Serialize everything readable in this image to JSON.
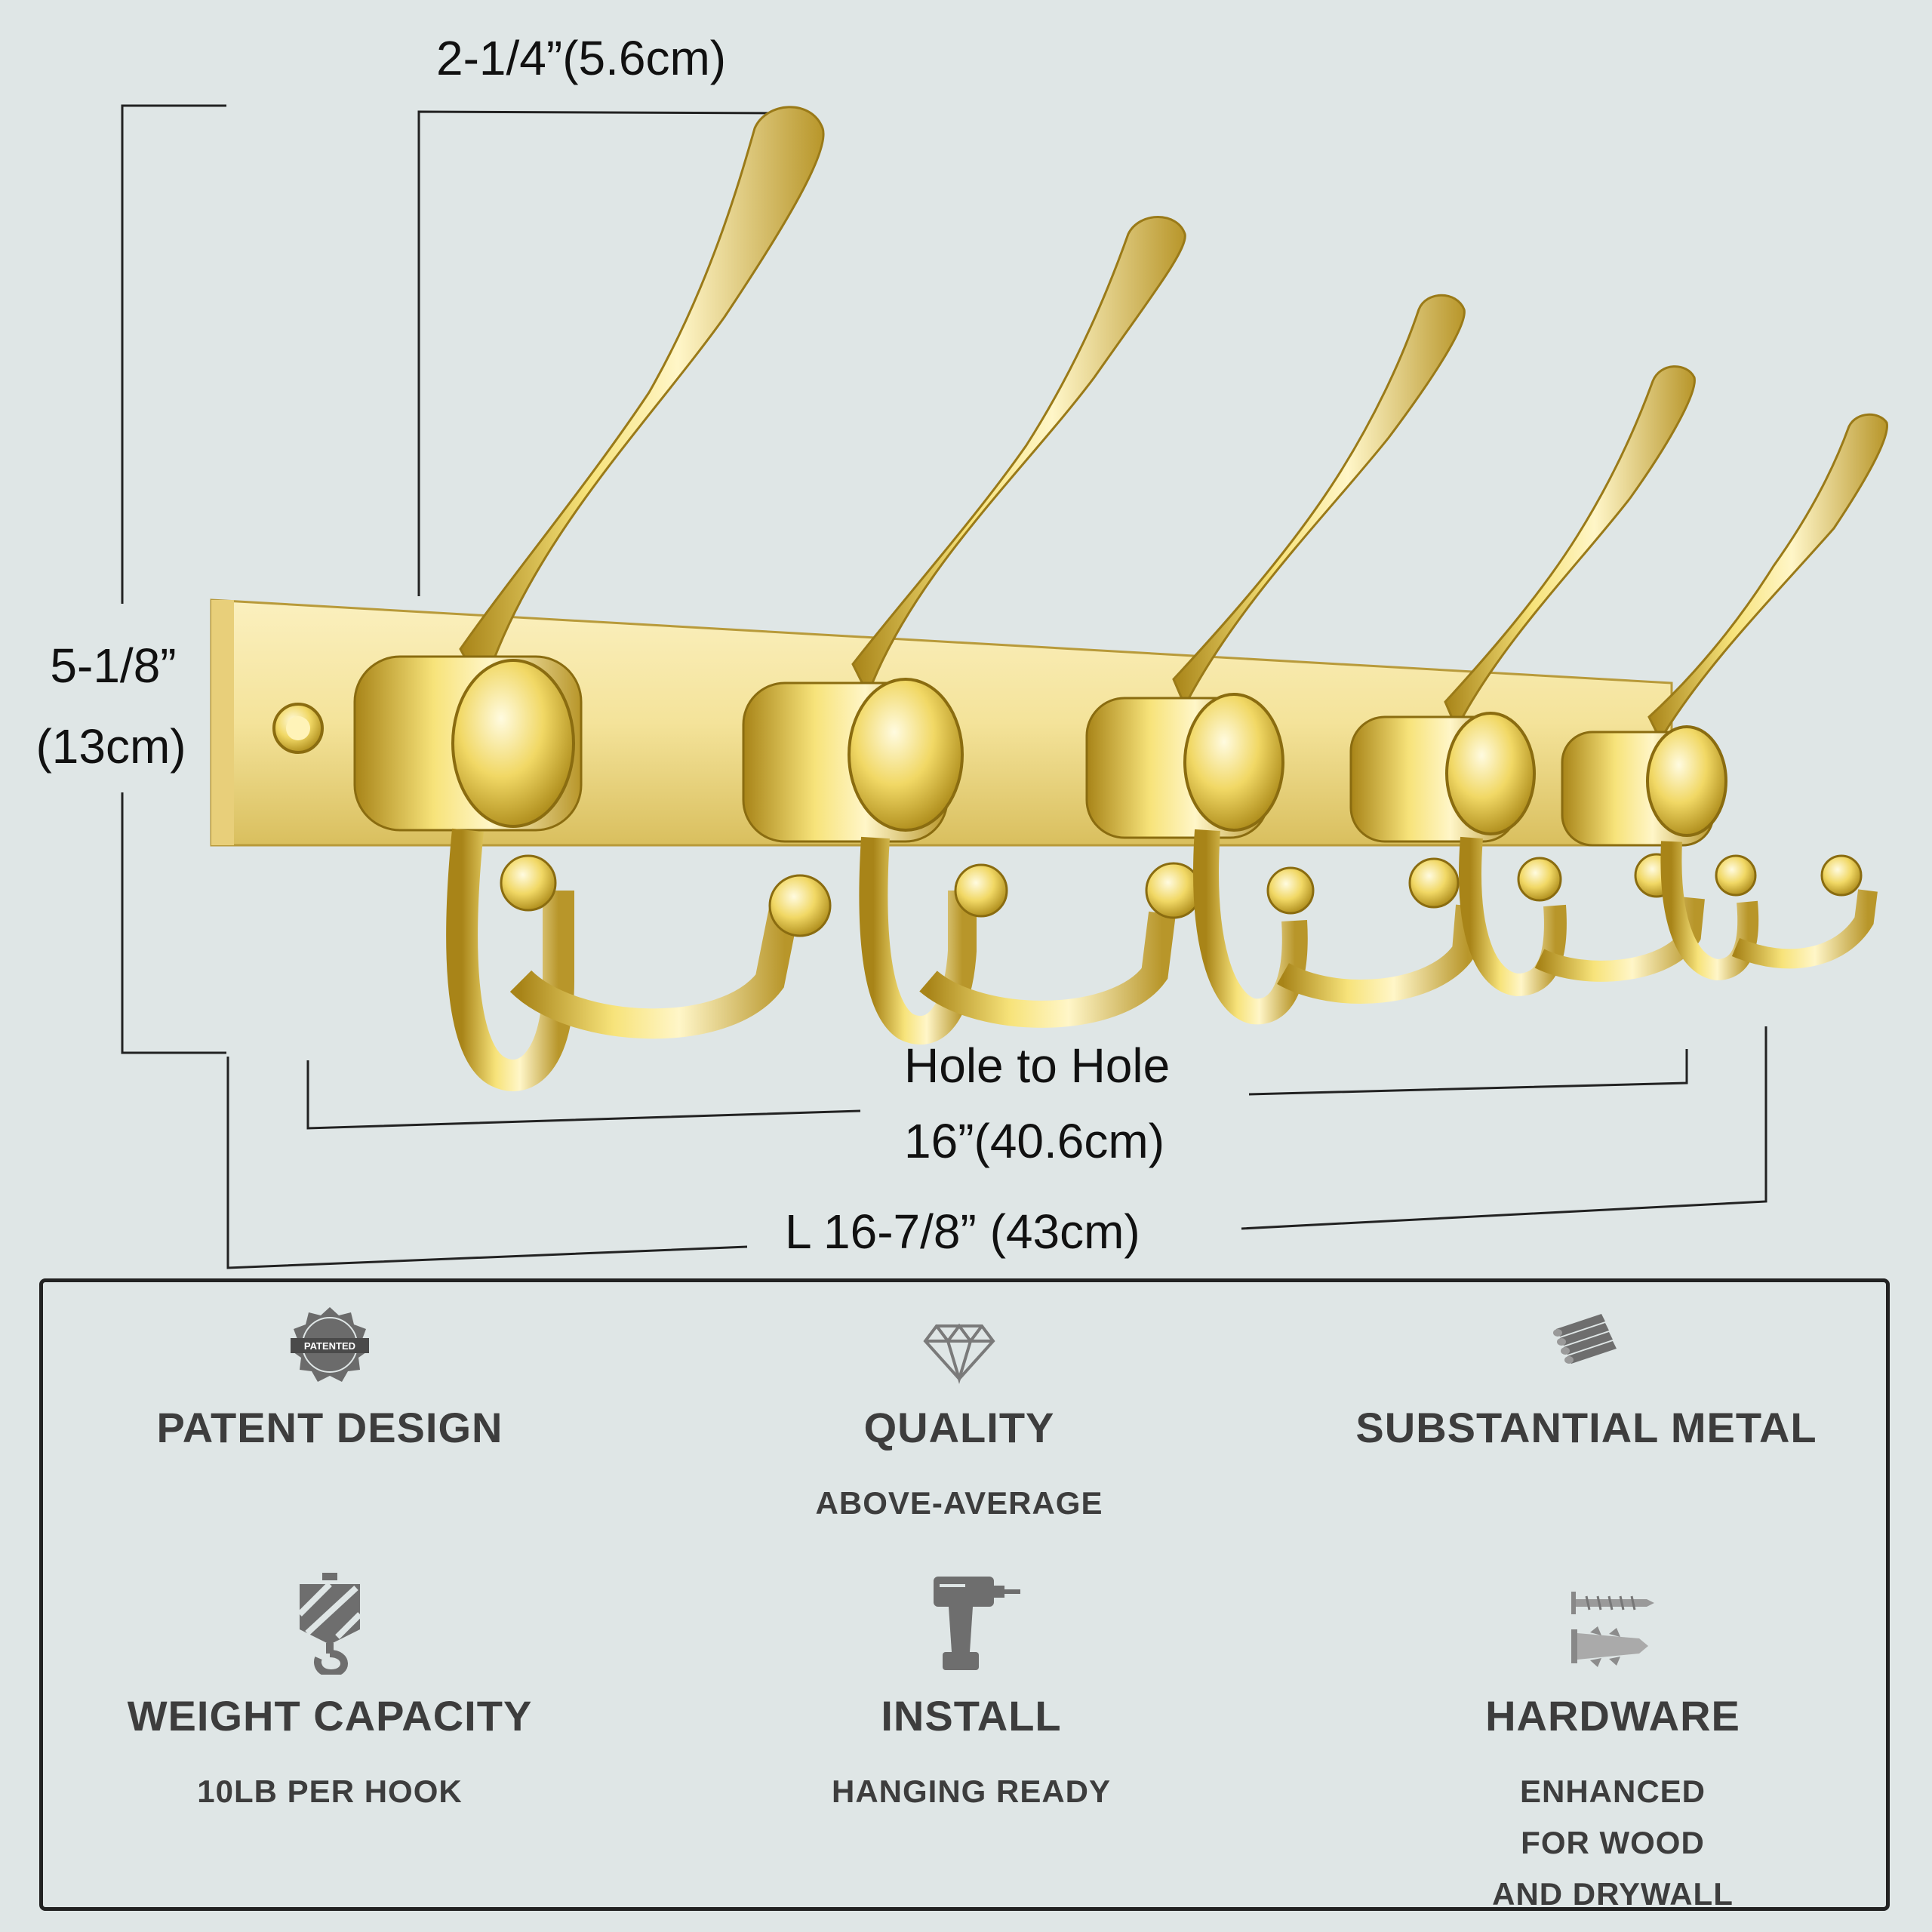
{
  "dimensions": {
    "width": "2-1/4”(5.6cm)",
    "height_line1": "5-1/8”",
    "height_line2": "(13cm)",
    "hole_to_hole_line1": "Hole to Hole",
    "hole_to_hole_line2": "16”(40.6cm)",
    "length": "L 16-7/8” (43cm)"
  },
  "features": [
    {
      "title": "PATENT DESIGN",
      "sub": "",
      "icon": "patented-seal-icon",
      "seal_text": "PATENTED"
    },
    {
      "title": "QUALITY",
      "sub": "ABOVE-AVERAGE",
      "icon": "diamond-icon"
    },
    {
      "title": "SUBSTANTIAL METAL",
      "sub": "",
      "icon": "metal-bars-icon"
    },
    {
      "title": "WEIGHT CAPACITY",
      "sub": "10LB PER HOOK",
      "icon": "crane-hook-icon"
    },
    {
      "title": "INSTALL",
      "sub": "HANGING READY",
      "icon": "drill-icon"
    },
    {
      "title": "HARDWARE",
      "sub_lines": [
        "ENHANCED",
        "FOR WOOD",
        "AND DRYWALL"
      ],
      "icon": "screw-anchor-icon"
    }
  ],
  "colors": {
    "background": "#dfe6e6",
    "gold": "#e8d36a",
    "gold_dark": "#b8962a",
    "text": "#3d3d3d"
  }
}
